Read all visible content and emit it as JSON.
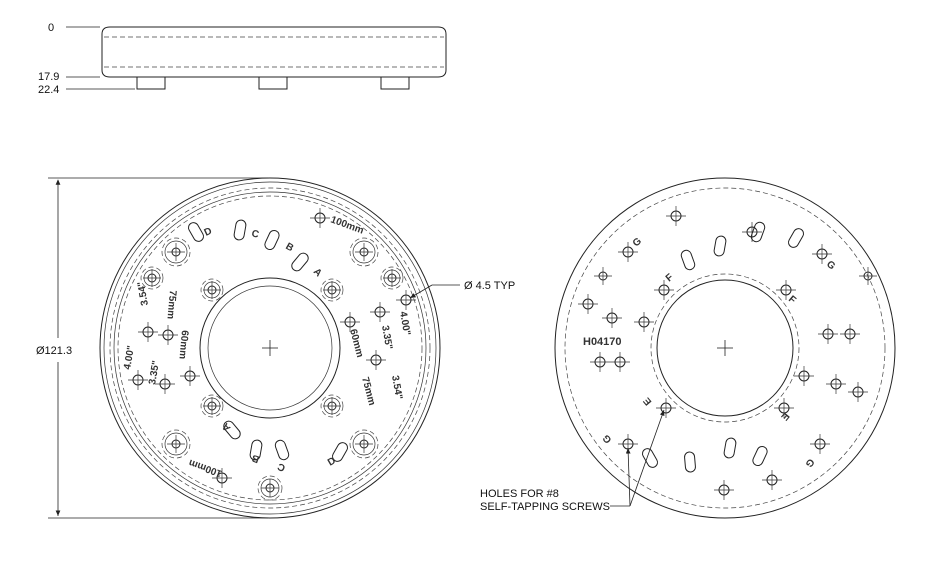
{
  "side_view": {
    "dim_top": "0",
    "dim_body": "17.9",
    "dim_feet": "22.4"
  },
  "front_view": {
    "diameter_label": "Ø121.3",
    "hole_callout": "Ø 4.5 TYP",
    "letters": [
      "D",
      "C",
      "B",
      "A",
      "D",
      "C",
      "B",
      "A"
    ],
    "bolt_labels": [
      "100mm",
      "100mm",
      "60mm",
      "75mm",
      "75mm",
      "60mm"
    ],
    "inch_labels": [
      "4.00\"",
      "3.35\"",
      "3.54\"",
      "4.00\"",
      "3.35\"",
      "3.54\""
    ]
  },
  "back_view": {
    "part_number": "H04170",
    "letters": [
      "G",
      "G",
      "F",
      "F",
      "E",
      "E",
      "G",
      "G"
    ],
    "note_line1": "HOLES FOR #8",
    "note_line2": "SELF-TAPPING SCREWS"
  }
}
